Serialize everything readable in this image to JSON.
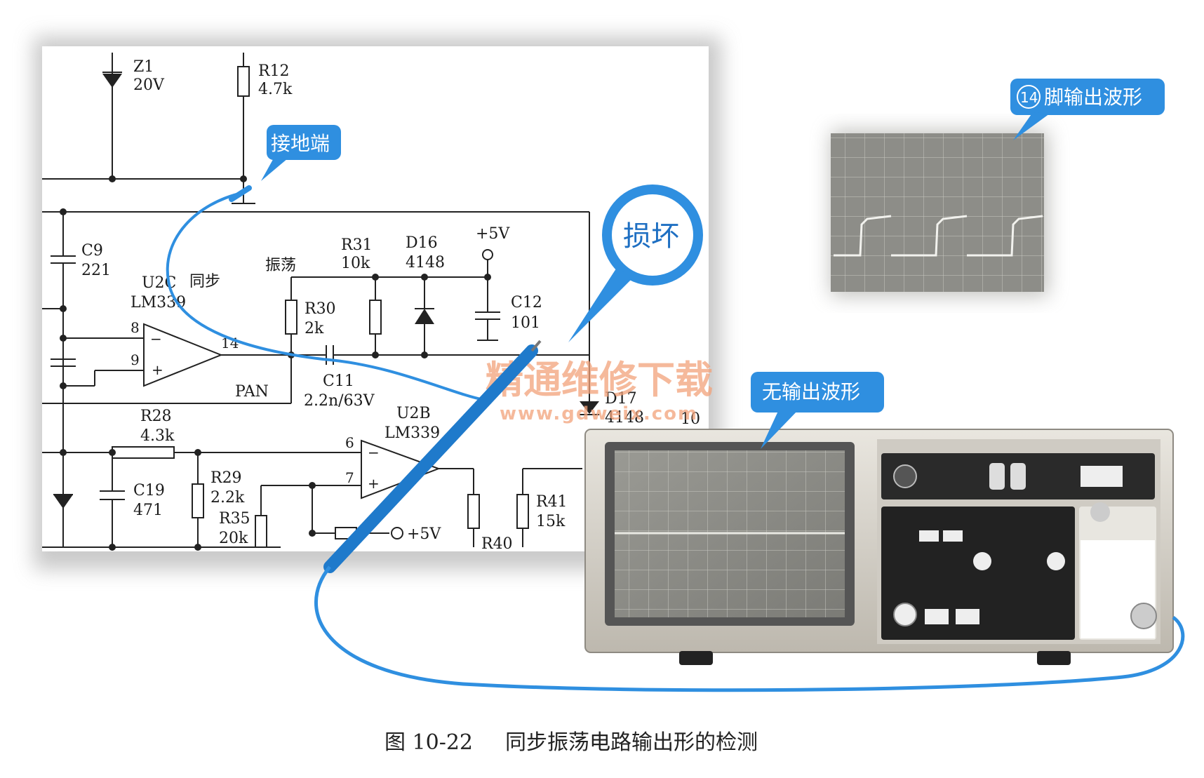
{
  "figure": {
    "caption_number": "图 10-22",
    "caption_text": "同步振荡电路输出形的检测"
  },
  "callouts": {
    "ground": "接地端",
    "damaged": "损坏",
    "pin14_badge": "14",
    "pin14_text": "脚输出波形",
    "no_output": "无输出波形"
  },
  "watermark": {
    "title": "精通维修下载",
    "url": "www.gdweix.com"
  },
  "components": {
    "Z1": {
      "name": "Z1",
      "value": "20V"
    },
    "R12": {
      "name": "R12",
      "value": "4.7k"
    },
    "C9": {
      "name": "C9",
      "value": "221"
    },
    "U2C": {
      "name": "U2C",
      "model": "LM339",
      "note": "同步"
    },
    "osc": "振荡",
    "R31": {
      "name": "R31",
      "value": "10k"
    },
    "D16": {
      "name": "D16",
      "value": "4148"
    },
    "vcc": "+5V",
    "R30": {
      "name": "R30",
      "value": "2k"
    },
    "C12": {
      "name": "C12",
      "value": "101"
    },
    "pin8": "8",
    "pin9": "9",
    "pin14": "14",
    "minus": "−",
    "plus": "+",
    "PAN": "PAN",
    "C11": {
      "name": "C11",
      "value": "2.2n/63V"
    },
    "D17": {
      "name": "D17",
      "value": "4148"
    },
    "R28": {
      "name": "R28",
      "value": "4.3k"
    },
    "U2B": {
      "name": "U2B",
      "model": "LM339"
    },
    "pin6": "6",
    "pin7": "7",
    "C19": {
      "name": "C19",
      "value": "471"
    },
    "R29": {
      "name": "R29",
      "value": "2.2k"
    },
    "R35": {
      "name": "R35",
      "value": "20k"
    },
    "vcc2": "+5V",
    "R40": {
      "name": "R40"
    },
    "R41": {
      "name": "R41",
      "value": "15k"
    },
    "cut_label": "10"
  },
  "colors": {
    "accent_blue": "#1e86d6",
    "probe_blue": "#2f8fe0",
    "scope_body": "#d8d4cc",
    "panel_dark": "#2a2a2a"
  }
}
